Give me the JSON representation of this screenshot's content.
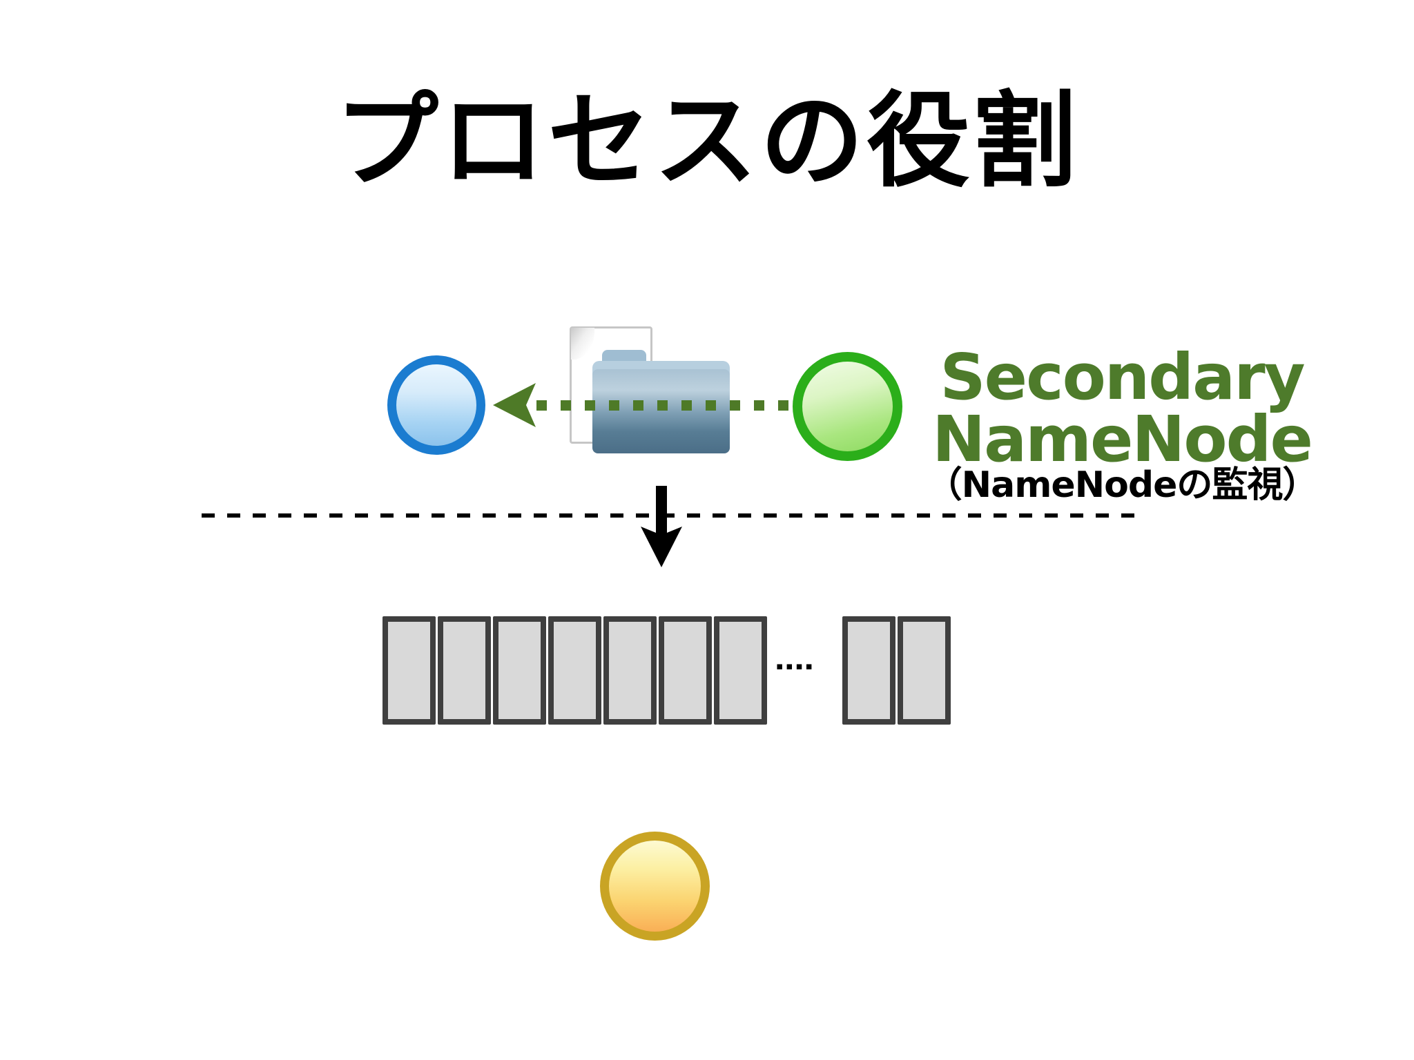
{
  "slide": {
    "title": "プロセスの役割",
    "background_color": "#ffffff"
  },
  "secondary_namenode_label": {
    "line1": "Secondary",
    "line2": "NameNode",
    "note": "（NameNodeの監視）",
    "text_color": "#4e7b2b",
    "note_color": "#000000"
  },
  "connector": {
    "style": "dotted-arrow-pointing-left",
    "color": "#4e7a27"
  },
  "divider": {
    "style": "dashed-horizontal-line",
    "color": "#000000"
  },
  "down_arrow": {
    "color": "#000000"
  },
  "icons": {
    "blue_node_circle": {
      "border_color": "#1b7cd0",
      "fill_top": "#eaf6fe",
      "fill_bottom": "#8cc3ec"
    },
    "green_node_circle": {
      "border_color": "#2bae1a",
      "fill_top": "#f1fce6",
      "fill_bottom": "#8eda61"
    },
    "yellow_node_circle": {
      "border_color": "#c9a424",
      "fill_top": "#fdfad2",
      "fill_bottom": "#f9af56"
    },
    "document_icon": {
      "fill": "#ffffff",
      "border_color": "#c6c6c6"
    },
    "folder_icon": {
      "fill_top": "#bdd1de",
      "fill_bottom": "#4b6e87",
      "tab_color": "#9fbdd2"
    }
  },
  "block_row": {
    "group1_count": 7,
    "group2_count": 2,
    "ellipsis": "▪▪▪▪",
    "block_fill": "#d9d9d9",
    "block_border": "#3f3f3f"
  }
}
